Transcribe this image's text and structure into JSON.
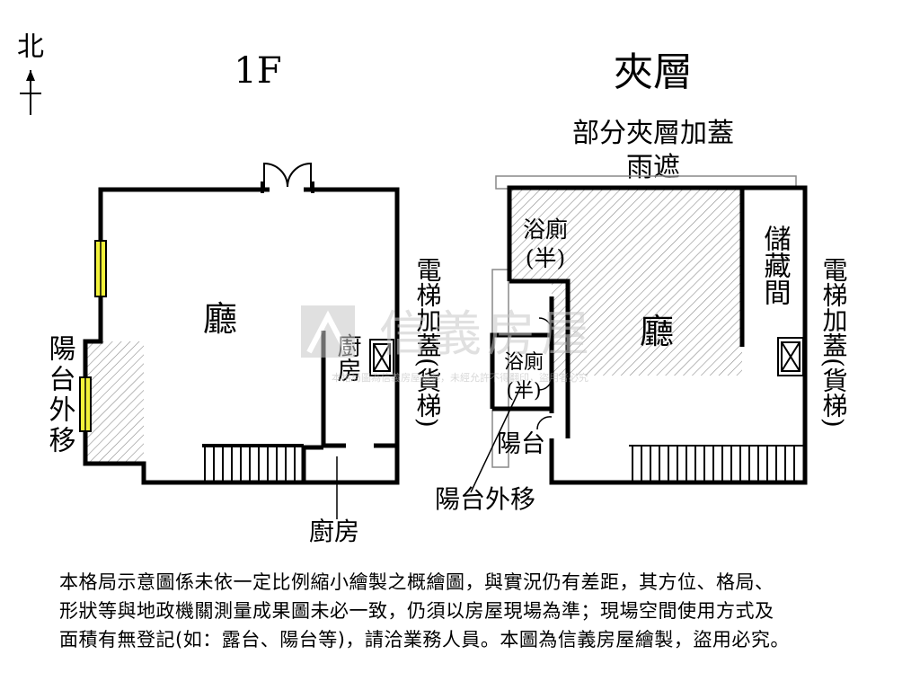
{
  "compass": {
    "north_label": "北"
  },
  "floor_1f": {
    "title": "1F",
    "living_room": "廳",
    "kitchen": "廚房",
    "balcony_moved": "陽台外移",
    "elevator": "電梯加蓋(貨梯)",
    "kitchen_below": "廚房"
  },
  "mezzanine": {
    "title": "夾層",
    "canopy_note": "部分夾層加蓋",
    "canopy_note2": "雨遮",
    "half_bath_1": "浴廁",
    "half_bath_1_sub": "(半)",
    "half_bath_2": "浴廁",
    "half_bath_2_sub": "(半)",
    "living_room": "廳",
    "storage": "儲藏間",
    "balcony": "陽台",
    "elevator": "電梯加蓋(貨梯)",
    "balcony_moved": "陽台外移"
  },
  "watermark": {
    "brand": "信義房屋",
    "notice": "本格局圖為信義房屋繪製，未經允許不得翻印，盜用者必究"
  },
  "disclaimer": {
    "line1": "本格局示意圖係未依一定比例縮小繪製之概繪圖，與實況仍有差距，其方位、格局、",
    "line2": "形狀等與地政機關測量成果圖未必一致，仍須以房屋現場為準；現場空間使用方式及",
    "line3": "面積有無登記(如：露台、陽台等)，請洽業務人員。本圖為信義房屋繪製，盜用必究。"
  },
  "colors": {
    "wall": "#000000",
    "window": "#f2f23a",
    "hatch": "#8c8c8c",
    "watermark": "#cccccc"
  }
}
